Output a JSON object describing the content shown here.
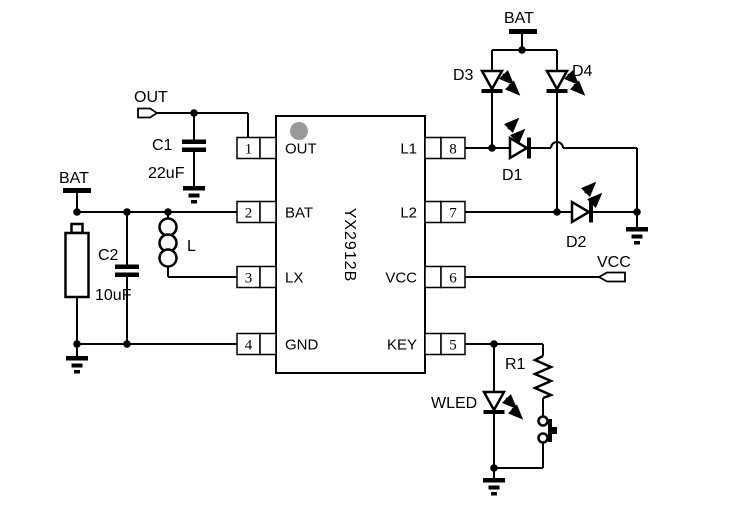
{
  "schematic": {
    "ic": {
      "part_number": "YX2912B",
      "pins_left": [
        {
          "number": "1",
          "name": "OUT"
        },
        {
          "number": "2",
          "name": "BAT"
        },
        {
          "number": "3",
          "name": "LX"
        },
        {
          "number": "4",
          "name": "GND"
        }
      ],
      "pins_right": [
        {
          "number": "8",
          "name": "L1"
        },
        {
          "number": "7",
          "name": "L2"
        },
        {
          "number": "6",
          "name": "VCC"
        },
        {
          "number": "5",
          "name": "KEY"
        }
      ]
    },
    "ports": {
      "out": "OUT",
      "vcc": "VCC"
    },
    "supplies": {
      "bat_left": "BAT",
      "bat_right": "BAT"
    },
    "components": {
      "c1": {
        "ref": "C1",
        "value": "22uF",
        "type": "capacitor"
      },
      "c2": {
        "ref": "C2",
        "value": "10uF",
        "type": "capacitor"
      },
      "l": {
        "ref": "L",
        "type": "inductor"
      },
      "r1": {
        "ref": "R1",
        "type": "resistor"
      },
      "d1": {
        "ref": "D1",
        "type": "led"
      },
      "d2": {
        "ref": "D2",
        "type": "led"
      },
      "d3": {
        "ref": "D3",
        "type": "led"
      },
      "d4": {
        "ref": "D4",
        "type": "led"
      },
      "wled": {
        "ref": "WLED",
        "type": "led"
      },
      "battery": {
        "type": "battery-cell"
      },
      "sw": {
        "type": "push-button"
      }
    }
  },
  "colors": {
    "background": "#ffffff",
    "wire": "#000000",
    "pin1_marker": "#999999"
  }
}
